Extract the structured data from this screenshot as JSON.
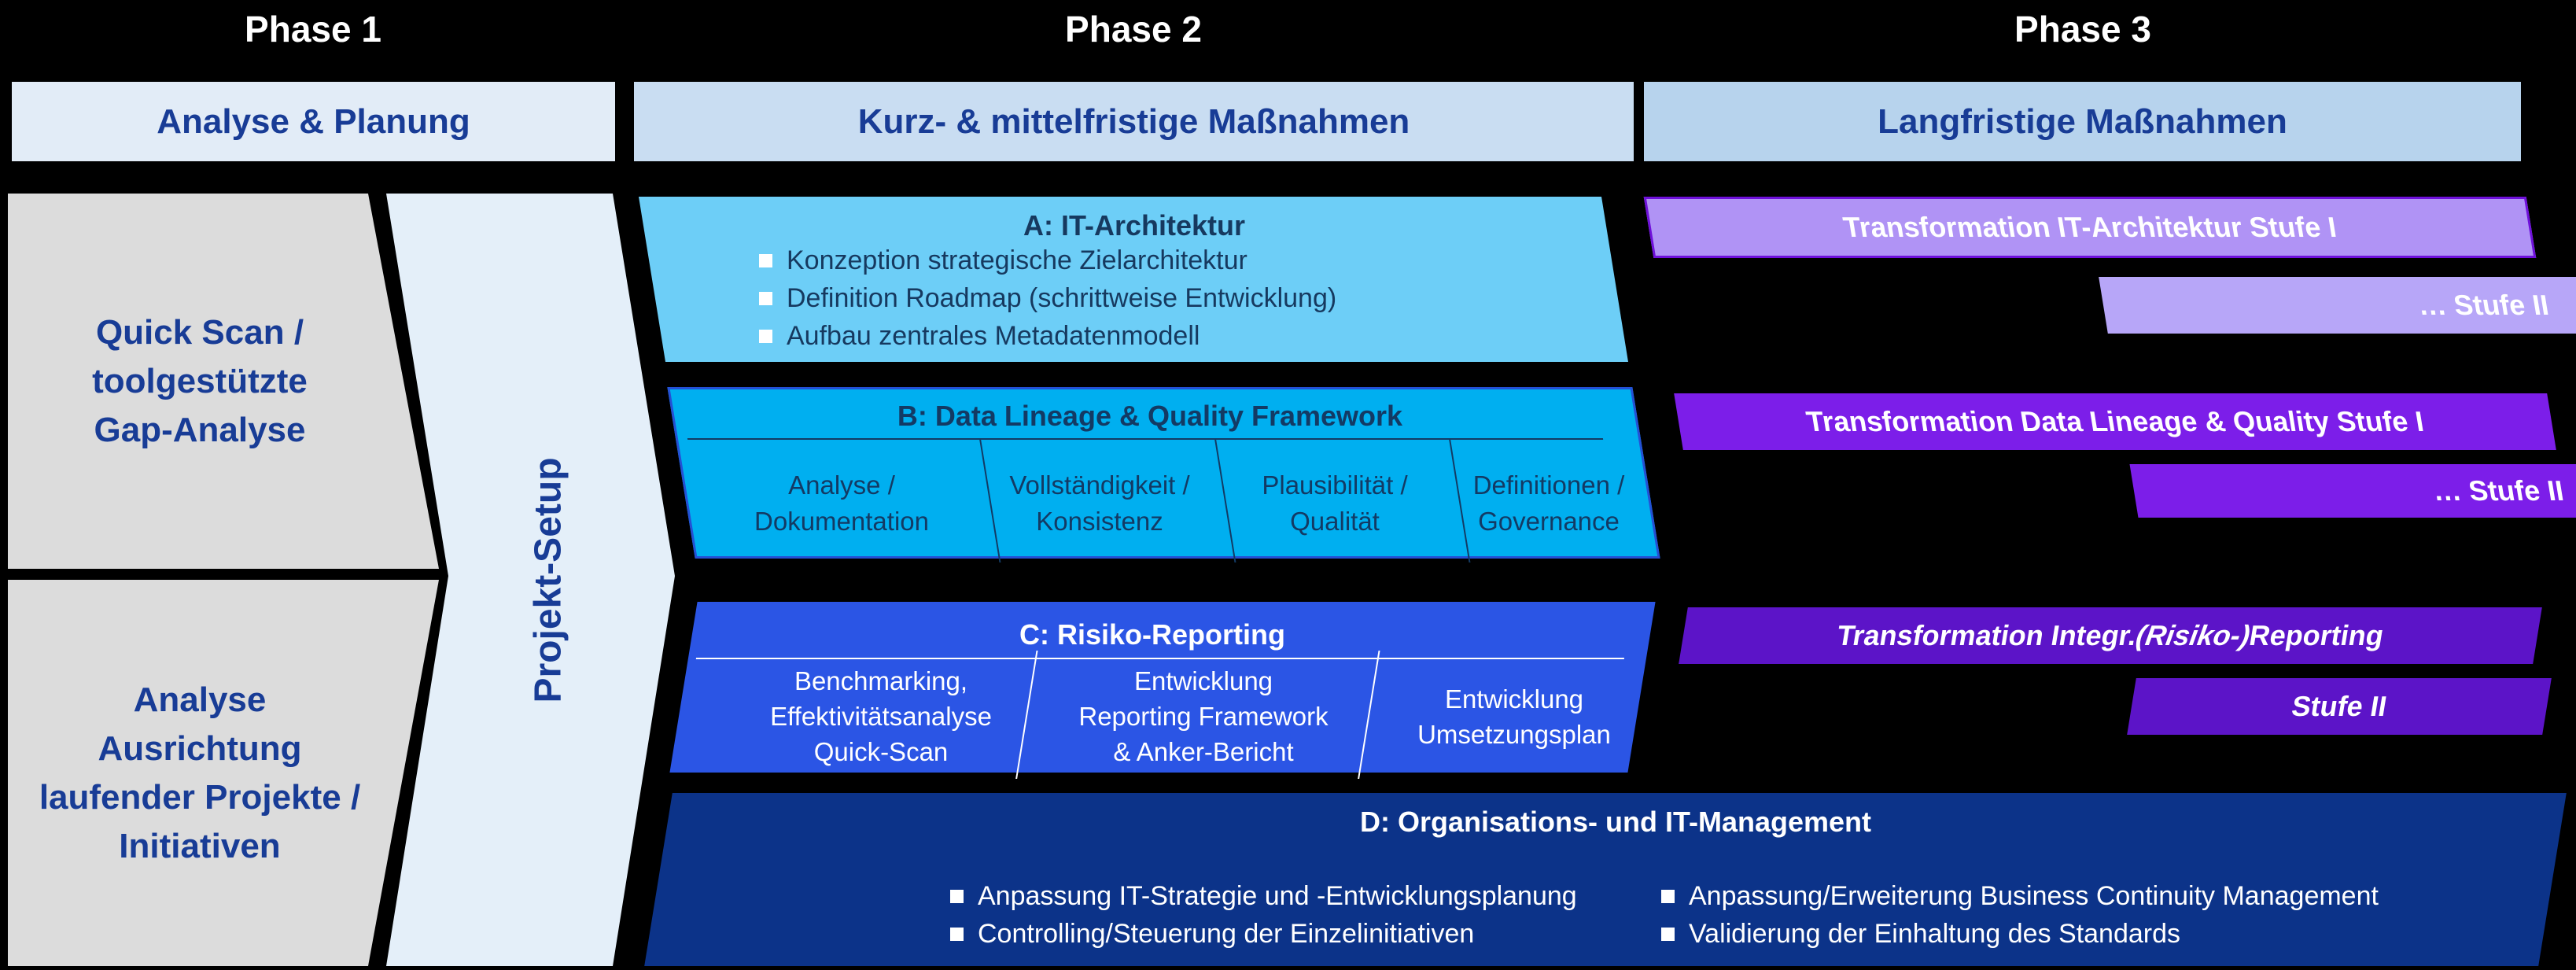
{
  "phases": [
    {
      "title": "Phase 1",
      "band": "Analyse & Planung"
    },
    {
      "title": "Phase 2",
      "band": "Kurz- & mittelfristige Maßnahmen"
    },
    {
      "title": "Phase 3",
      "band": "Langfristige Maßnahmen"
    }
  ],
  "left_column": {
    "block_top": "Quick Scan /\ntoolgestützte\nGap-Analyse",
    "block_bottom": "Analyse\nAusrichtung\nlaufender Projekte /\nInitiativen"
  },
  "chevron": {
    "label": "Projekt-Setup"
  },
  "workstreams": {
    "a": {
      "title": "A: IT-Architektur",
      "bullets": [
        "Konzeption strategische Zielarchitektur",
        "Definition Roadmap (schrittweise Entwicklung)",
        "Aufbau zentrales Metadatenmodell"
      ]
    },
    "b": {
      "title": "B: Data Lineage & Quality Framework",
      "cells": [
        "Analyse /\nDokumentation",
        "Vollständigkeit /\nKonsistenz",
        "Plausibilität /\nQualität",
        "Definitionen /\nGovernance"
      ]
    },
    "c": {
      "title": "C: Risiko-Reporting",
      "cells": [
        "Benchmarking,\nEffektivitätsanalyse\nQuick-Scan",
        "Entwicklung\nReporting Framework\n& Anker-Bericht",
        "Entwicklung\nUmsetzungsplan"
      ]
    },
    "d": {
      "title": "D: Organisations- und IT-Management",
      "bullets_left": [
        "Anpassung IT-Strategie und -Entwicklungsplanung",
        "Controlling/Steuerung der Einzelinitiativen"
      ],
      "bullets_right": [
        "Anpassung/Erweiterung Business Continuity Management",
        "Validierung der Einhaltung des Standards"
      ]
    }
  },
  "phase3_bars": {
    "row1": {
      "stage1": "Transformation IT-Architektur Stufe I",
      "stage2": "… Stufe II"
    },
    "row2": {
      "stage1": "Transformation Data Lineage & Quality Stufe I",
      "stage2": "… Stufe II"
    },
    "row3": {
      "stage1_prefix": "Transformation Integr. ",
      "stage1_italic": "(Risiko-)",
      "stage1_suffix": "Reporting",
      "stage2": "Stufe II"
    }
  },
  "colors": {
    "navy-text": "#183C96",
    "dark-navy": "#16395F",
    "gray-fill": "#DCDCDC",
    "chevron-fill": "#E4EFF9",
    "band1-fill": "#E2ECF7",
    "band2-fill": "#C9DDF2",
    "band3-fill": "#B7D3ED",
    "ws-a-fill": "#6DCEF7",
    "ws-b-fill": "#00AFF0",
    "ws-b-border": "#2450D5",
    "ws-b-text": "#133A64",
    "ws-c-fill": "#2B55E5",
    "ws-d-fill": "#0C3389",
    "bar1-fill": "#B093F5",
    "bar1-border": "#6F10DA",
    "bar1b-fill": "#B7A6F8",
    "bar2-fill": "#7C1EE9",
    "bar3-fill": "#5C14C8"
  }
}
